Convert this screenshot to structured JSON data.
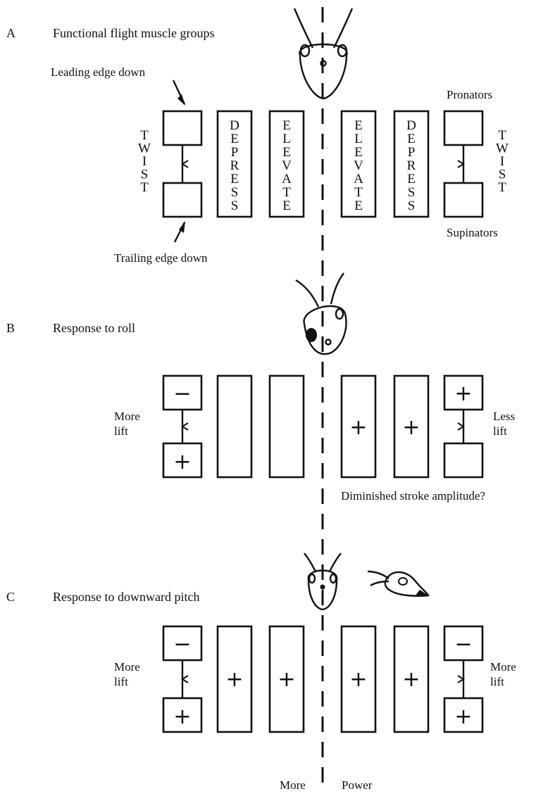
{
  "panel_a": {
    "letter": "A",
    "title": "Functional flight muscle groups",
    "leading_edge_label": "Leading edge down",
    "trailing_edge_label": "Trailing edge down",
    "pronators_label": "Pronators",
    "supinators_label": "Supinators",
    "twist_letters": [
      "T",
      "W",
      "I",
      "S",
      "T"
    ],
    "depress_letters": [
      "D",
      "E",
      "P",
      "R",
      "E",
      "S",
      "S"
    ],
    "elevate_letters": [
      "E",
      "L",
      "E",
      "V",
      "A",
      "T",
      "E"
    ]
  },
  "panel_b": {
    "letter": "B",
    "title": "Response to roll",
    "left_label_line1": "More",
    "left_label_line2": "lift",
    "right_label_line1": "Less",
    "right_label_line2": "lift",
    "note": "Diminished stroke amplitude?",
    "minus_sign": "−",
    "plus_sign": "+"
  },
  "panel_c": {
    "letter": "C",
    "title": "Response to downward pitch",
    "left_label_line1": "More",
    "left_label_line2": "lift",
    "right_label_line1": "More",
    "right_label_line2": "lift",
    "bottom_left": "More",
    "bottom_right": "Power",
    "minus_sign": "−",
    "plus_sign": "+"
  }
}
